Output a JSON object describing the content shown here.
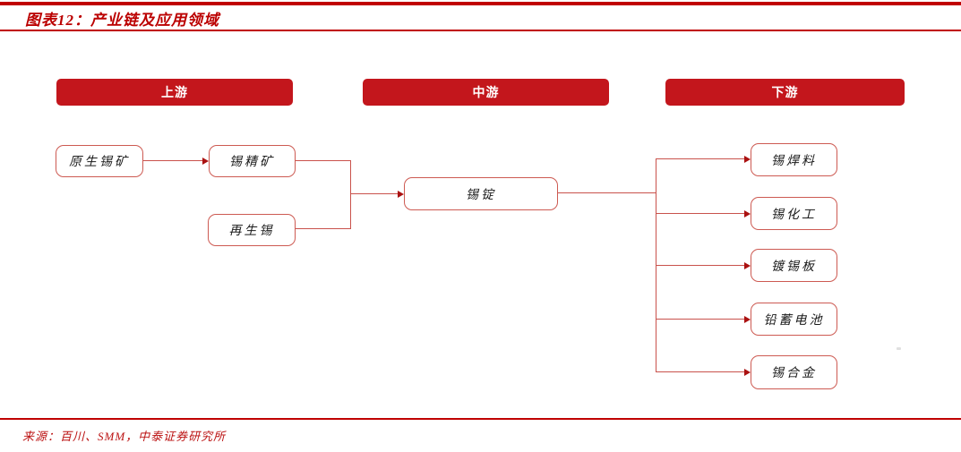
{
  "figure": {
    "title": "图表12：产业链及应用领域",
    "source": "来源：百川、SMM，中泰证券研究所"
  },
  "headers": {
    "upstream": "上游",
    "midstream": "中游",
    "downstream": "下游"
  },
  "nodes": {
    "primary_tin_ore": "原生锡矿",
    "tin_concentrate": "锡精矿",
    "recycled_tin": "再生锡",
    "tin_ingot": "锡锭",
    "applications": [
      "锡焊料",
      "锡化工",
      "镀锡板",
      "铅蓄电池",
      "锡合金"
    ]
  },
  "colors": {
    "rule_red": "#c00000",
    "header_fill": "#c3161c",
    "header_text": "#ffffff",
    "node_border": "#cd5a52",
    "connector_line": "#c9524c",
    "arrowhead": "#aa1111",
    "title_text": "#bb0000",
    "source_text": "#bb1111",
    "node_text": "#1a1a1a"
  }
}
